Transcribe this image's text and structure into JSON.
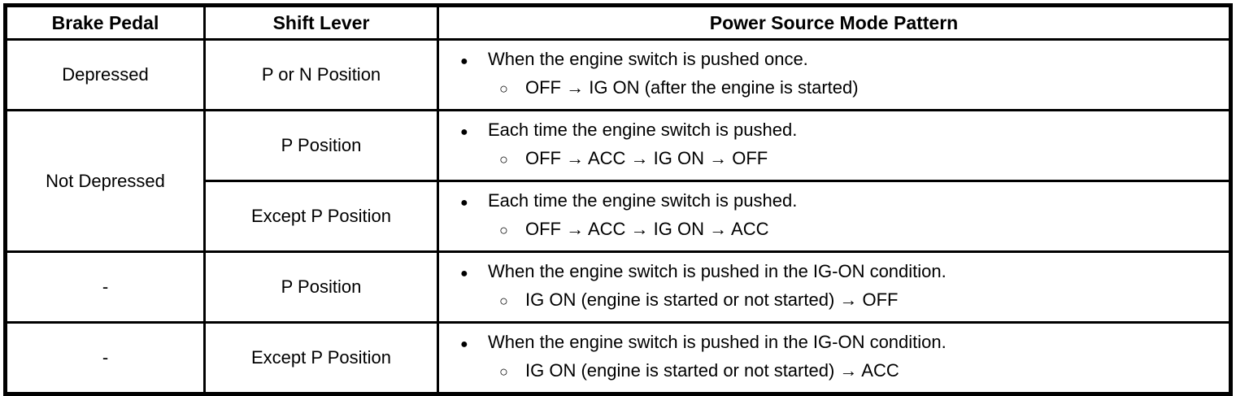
{
  "colors": {
    "border": "#000000",
    "text": "#000000",
    "background": "#ffffff"
  },
  "bullets": {
    "filled": "●",
    "open": "○"
  },
  "table": {
    "headers": {
      "brake_pedal": "Brake Pedal",
      "shift_lever": "Shift Lever",
      "pattern": "Power Source Mode Pattern"
    },
    "rows": [
      {
        "brake_pedal": "Depressed",
        "shift_lever": "P or N Position",
        "pattern_main": "When the engine switch is pushed once.",
        "pattern_sub": "OFF → IG ON (after the engine is started)"
      },
      {
        "brake_pedal": "Not Depressed",
        "shift_lever": "P Position",
        "pattern_main": "Each time the engine switch is pushed.",
        "pattern_sub": "OFF → ACC → IG ON → OFF"
      },
      {
        "shift_lever": "Except P Position",
        "pattern_main": "Each time the engine switch is pushed.",
        "pattern_sub": "OFF → ACC → IG ON → ACC"
      },
      {
        "brake_pedal": "-",
        "shift_lever": "P Position",
        "pattern_main": "When the engine switch is pushed in the IG-ON condition.",
        "pattern_sub": "IG ON (engine is started or not started) → OFF"
      },
      {
        "brake_pedal": "-",
        "shift_lever": "Except P Position",
        "pattern_main": "When the engine switch is pushed in the IG-ON condition.",
        "pattern_sub": "IG ON (engine is started or not started) → ACC"
      }
    ]
  }
}
